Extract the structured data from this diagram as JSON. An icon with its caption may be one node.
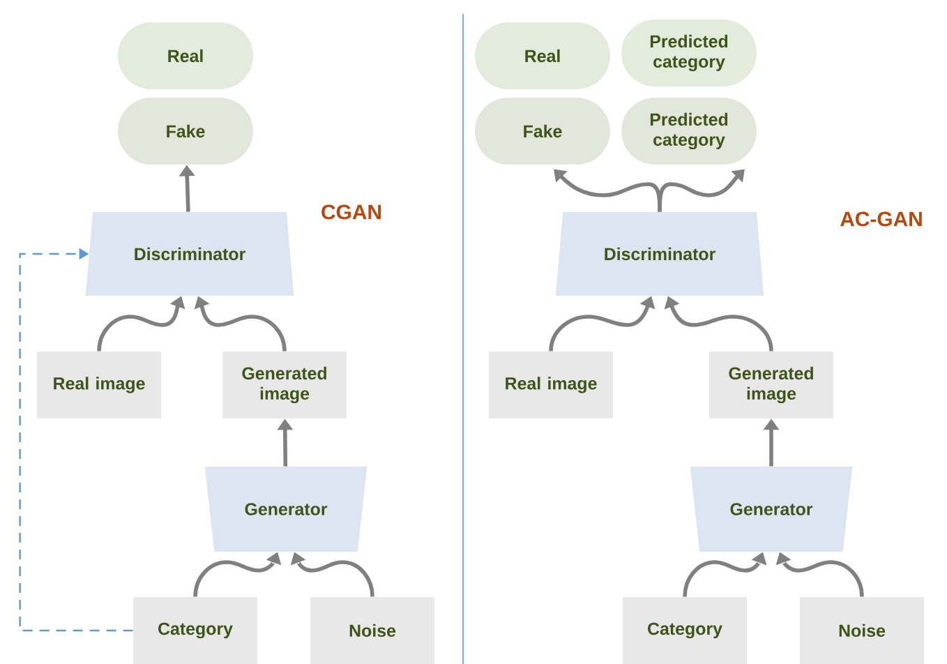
{
  "diagram": {
    "nodes": [
      {
        "text": [
          "Real"
        ]
      },
      {
        "text": [
          "Fake"
        ]
      },
      {
        "text": [
          "Discriminator"
        ]
      },
      {
        "text": [
          "Real image"
        ]
      },
      {
        "text": [
          "Generated image"
        ]
      },
      {
        "text": [
          "Generator"
        ]
      },
      {
        "text": [
          "Category"
        ]
      },
      {
        "text": [
          "Noise"
        ]
      },
      {
        "text": [
          "Real"
        ]
      },
      {
        "text": [
          "Predicted category"
        ]
      },
      {
        "text": [
          "Fake"
        ]
      },
      {
        "text": [
          "Predicted category"
        ]
      },
      {
        "text": [
          "Discriminator"
        ]
      },
      {
        "text": [
          "Real image"
        ]
      },
      {
        "text": [
          "Generated image"
        ]
      },
      {
        "text": [
          "Generator"
        ]
      },
      {
        "text": [
          "Category"
        ]
      },
      {
        "text": [
          "Noise"
        ]
      }
    ],
    "edges": [
      {
        "from": 2,
        "to": 1,
        "arrow": "to"
      },
      {
        "from": 3,
        "to": 2,
        "arrow": "to"
      },
      {
        "from": 4,
        "to": 2,
        "arrow": "to"
      },
      {
        "from": 5,
        "to": 4,
        "arrow": "to"
      },
      {
        "from": 6,
        "to": 5,
        "arrow": "to"
      },
      {
        "from": 7,
        "to": 5,
        "arrow": "to"
      },
      {
        "from": 6,
        "to": 2,
        "arrow": "to",
        "style": "dashed",
        "color": "#5b9bd5"
      },
      {
        "from": 12,
        "to": 10,
        "arrow": "to"
      },
      {
        "from": 12,
        "to": 11,
        "arrow": "to"
      },
      {
        "from": 13,
        "to": 12,
        "arrow": "to"
      },
      {
        "from": 14,
        "to": 12,
        "arrow": "to"
      },
      {
        "from": 15,
        "to": 14,
        "arrow": "to"
      },
      {
        "from": 16,
        "to": 15,
        "arrow": "to"
      },
      {
        "from": 17,
        "to": 15,
        "arrow": "to"
      }
    ],
    "labels": [
      "CGAN",
      "AC-GAN"
    ]
  }
}
